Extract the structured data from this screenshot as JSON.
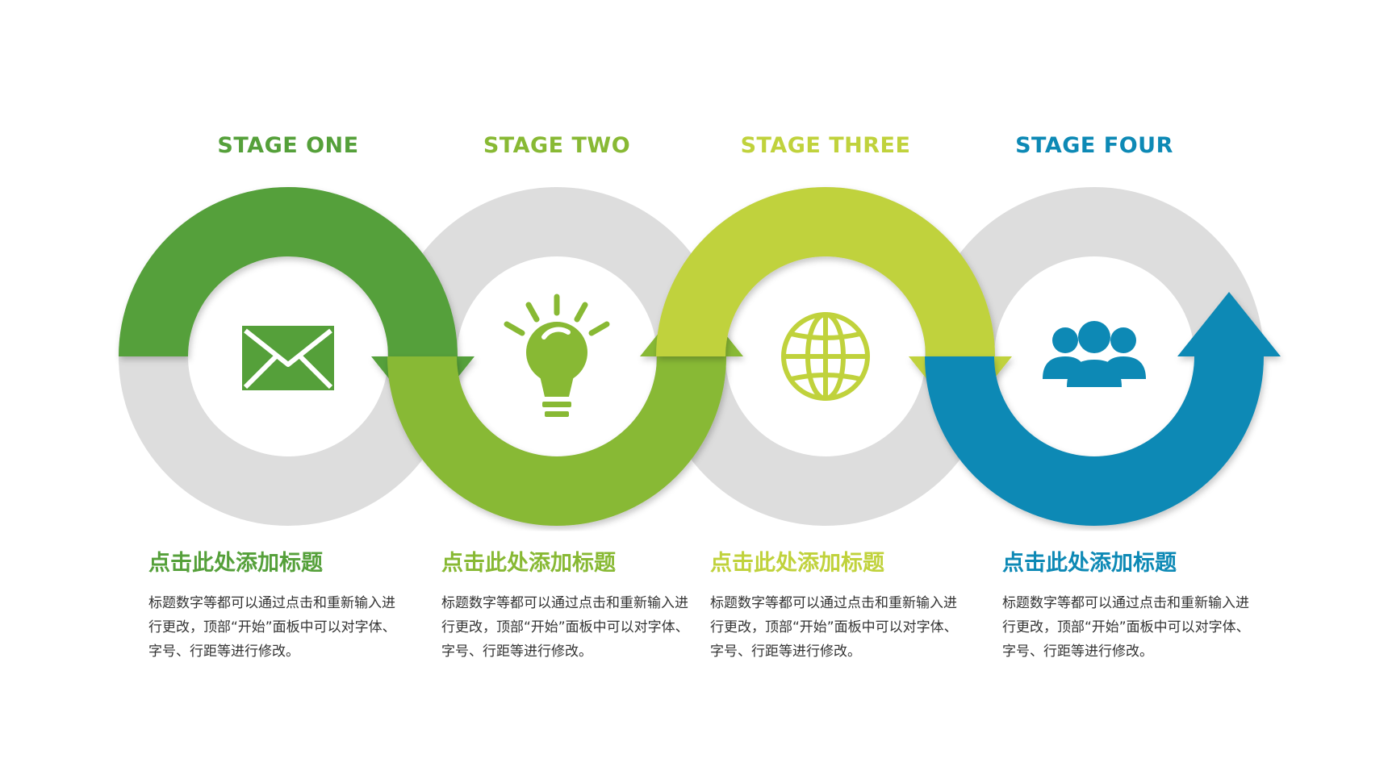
{
  "colors": {
    "gray_ring": "#dddddd",
    "stage1": "#55a03a",
    "stage2": "#88b934",
    "stage3": "#c0d23c",
    "stage4": "#0d89b5"
  },
  "stages": [
    {
      "label": "STAGE ONE",
      "icon": "envelope-icon",
      "heading": "点击此处添加标题",
      "body": "标题数字等都可以通过点击和重新输入进行更改，顶部“开始”面板中可以对字体、字号、行距等进行修改。"
    },
    {
      "label": "STAGE TWO",
      "icon": "lightbulb-icon",
      "heading": "点击此处添加标题",
      "body": "标题数字等都可以通过点击和重新输入进行更改，顶部“开始”面板中可以对字体、字号、行距等进行修改。"
    },
    {
      "label": "STAGE THREE",
      "icon": "globe-icon",
      "heading": "点击此处添加标题",
      "body": "标题数字等都可以通过点击和重新输入进行更改，顶部“开始”面板中可以对字体、字号、行距等进行修改。"
    },
    {
      "label": "STAGE FOUR",
      "icon": "people-icon",
      "heading": "点击此处添加标题",
      "body": "标题数字等都可以通过点击和重新输入进行更改，顶部“开始”面板中可以对字体、字号、行距等进行修改。"
    }
  ]
}
